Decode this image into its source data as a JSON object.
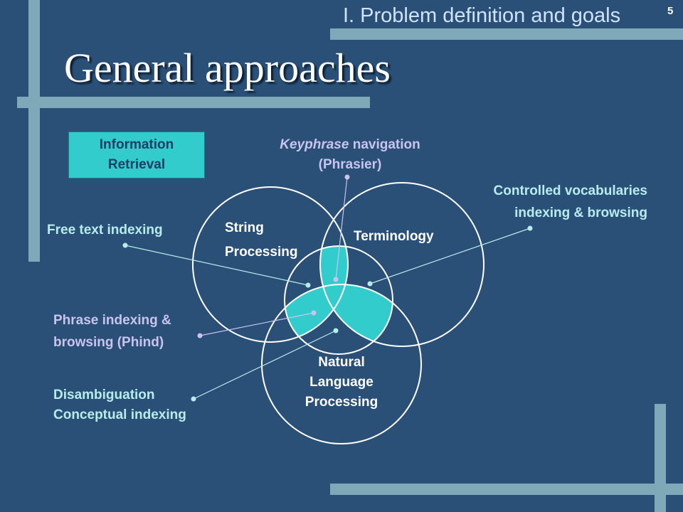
{
  "header": {
    "section_title": "I. Problem definition and goals",
    "page_number": "5"
  },
  "title": "General approaches",
  "ir_box": {
    "line1": "Information",
    "line2": "Retrieval"
  },
  "circles": {
    "string_processing": {
      "line1": "String",
      "line2": "Processing"
    },
    "terminology": "Terminology",
    "nlp": {
      "line1": "Natural",
      "line2": "Language",
      "line3": "Processing"
    }
  },
  "callouts": {
    "keyphrase": {
      "italic": "Keyphrase",
      "rest": " navigation",
      "line2": "(Phrasier)"
    },
    "controlled": {
      "line1": "Controlled vocabularies",
      "line2": "indexing & browsing"
    },
    "free_text": "Free text indexing",
    "phrase": {
      "line1": "Phrase indexing &",
      "line2": "browsing (Phind)"
    },
    "disambiguation": {
      "line1": "Disambiguation",
      "line2": "Conceptual indexing"
    }
  },
  "colors": {
    "background": "#2a5078",
    "accent_bar": "#7fa9b9",
    "intersection_fill": "#33cccc",
    "callout_teal": "#b8ecec",
    "callout_lavender": "#c9c4ee"
  }
}
